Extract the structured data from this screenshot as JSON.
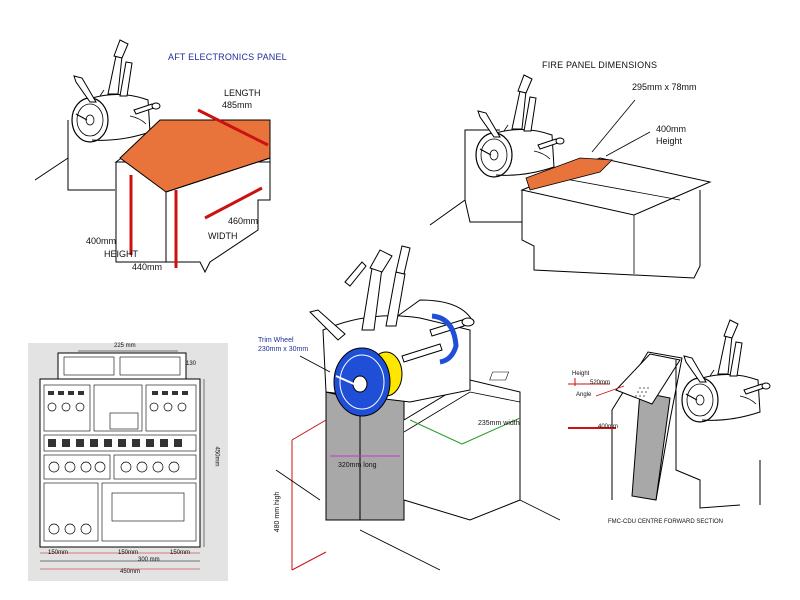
{
  "colors": {
    "panel_top": "#e8743b",
    "trim_wheel": "#1f4fd6",
    "trim_hub": "#ffe600",
    "dim_red": "#cc1111",
    "dim_green": "#2a9d2a",
    "dim_magenta": "#cc33cc",
    "label_blue": "#1f2f99",
    "side_grey": "#a8a8a8"
  },
  "aft_panel": {
    "title": "AFT ELECTRONICS PANEL",
    "length_label": "LENGTH",
    "length_value": "485mm",
    "width_value": "460mm",
    "width_label": "WIDTH",
    "height_value": "400mm",
    "height_label": "HEIGHT",
    "height2_value": "440mm"
  },
  "fire_panel": {
    "title": "FIRE PANEL DIMENSIONS",
    "size": "295mm x 78mm",
    "height_value": "400mm",
    "height_label": "Height"
  },
  "throttle": {
    "trim_label": "Trim Wheel",
    "trim_size": "230mm x 30mm",
    "width_dim": "235mm width",
    "long_dim": "320mm long",
    "high_dim": "480 mm high"
  },
  "fmc": {
    "height_label": "Height",
    "height_value": "520mm",
    "angle_label": "Angle",
    "base_value": "400mm",
    "caption": "FMC-CDU CENTRE FORWARD SECTION"
  },
  "schematic": {
    "top_dim": "225 mm",
    "right_dim": "130",
    "side_dim": "450mm",
    "bottom_a": "150mm",
    "bottom_b": "150mm",
    "bottom_c": "150mm",
    "bottom_mid": "300 mm",
    "bottom_total": "450mm"
  }
}
